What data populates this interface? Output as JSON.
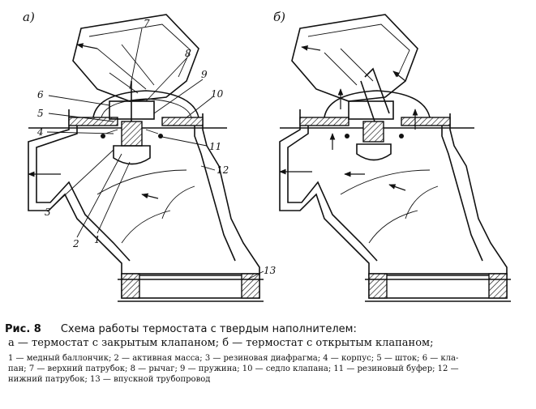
{
  "panels": [
    {
      "letter": "а)"
    },
    {
      "letter": "б)"
    }
  ],
  "callouts": [
    "1",
    "2",
    "3",
    "4",
    "5",
    "6",
    "7",
    "8",
    "9",
    "10",
    "11",
    "12",
    "13"
  ],
  "caption": {
    "figure_label": "Рис. 8",
    "title": "Схема работы термостата с твердым наполнителем:",
    "subtitle": "а — термостат с закрытым клапаном; б — термостат с открытым клапаном;",
    "legend_line1": "1 — медный баллончик; 2 — активная масса; 3 — резиновая диафрагма; 4 — корпус; 5 — шток; 6 — кла-",
    "legend_line2": "пан; 7 — верхний патрубок; 8 — рычаг; 9 — пружина; 10 — седло клапана; 11 — резиновый буфер; 12 —",
    "legend_line3": "нижний патрубок; 13 — впускной трубопровод"
  }
}
